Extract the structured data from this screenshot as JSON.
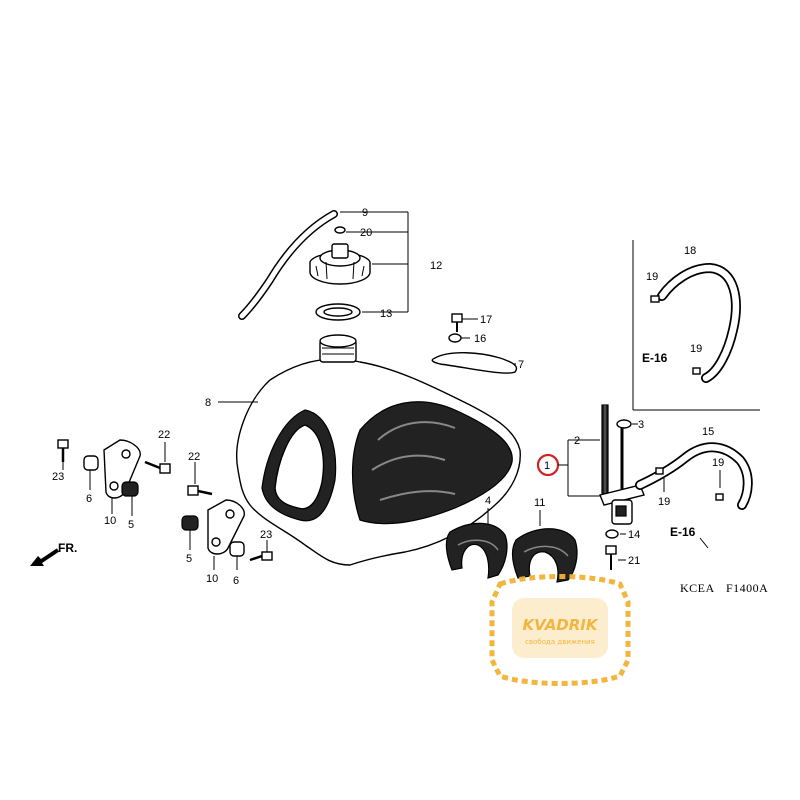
{
  "callouts": {
    "c1": "1",
    "c2": "2",
    "c3": "3",
    "c4": "4",
    "c5a": "5",
    "c5b": "5",
    "c6a": "6",
    "c6b": "6",
    "c7": "7",
    "c8": "8",
    "c9": "9",
    "c10a": "10",
    "c10b": "10",
    "c11": "11",
    "c12": "12",
    "c13": "13",
    "c14": "14",
    "c15": "15",
    "c16": "16",
    "c17": "17",
    "c18": "18",
    "c19a": "19",
    "c19b": "19",
    "c19c": "19",
    "c19d": "19",
    "c20": "20",
    "c21": "21",
    "c22a": "22",
    "c22b": "22",
    "c23a": "23",
    "c23b": "23"
  },
  "refs": {
    "e16_top": "E-16",
    "e16_bottom": "E-16"
  },
  "direction": {
    "front": "FR."
  },
  "code": {
    "left": "KCEA",
    "right": "F1400A"
  },
  "watermark": {
    "brand": "KVADRIK",
    "tagline": "свобода движения",
    "color": "#f2b233"
  },
  "highlight_color": "#d42020"
}
